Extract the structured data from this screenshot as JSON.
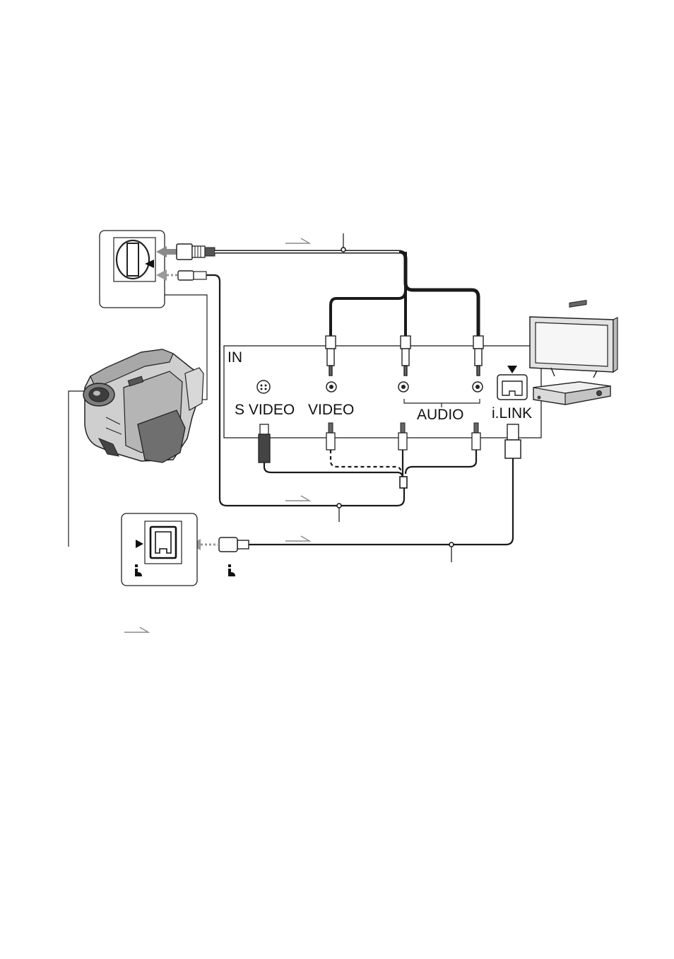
{
  "device_panel": {
    "in_label": "IN",
    "jacks": {
      "s_video": "S VIDEO",
      "video": "VIDEO",
      "audio": "AUDIO",
      "ilink": "i.LINK"
    }
  },
  "icons": {
    "signal_flow": "signal-flow-arrow-icon",
    "ilink_logo": "ilink-logo-icon",
    "camcorder": "camcorder-icon",
    "tv": "television-icon",
    "vcr": "vcr-icon"
  },
  "colors": {
    "line": "#1a1a1a",
    "panel": "#ffffff",
    "connector_gray": "#8a8a8a",
    "arrow_gray": "#9a9a9a"
  }
}
